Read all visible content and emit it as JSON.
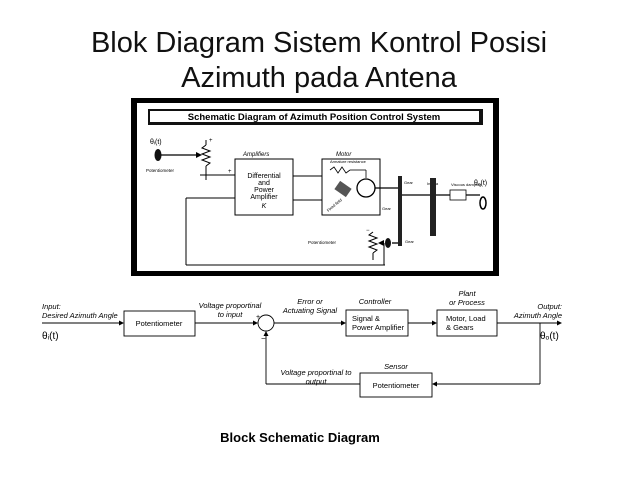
{
  "slide": {
    "title_line1": "Blok Diagram Sistem Kontrol Posisi",
    "title_line2": "Azimuth pada Antena"
  },
  "schematic": {
    "title": "Schematic Diagram of Azimuth Position Control System",
    "theta_i": "θᵢ(t)",
    "theta_o": "θₒ(t)",
    "pot_left_label": "Potentiometer",
    "pot_bottom_label": "Potentiometer",
    "amplifiers_label": "Amplifiers",
    "amp_box_lines": [
      "Differential",
      "and",
      "Power",
      "Amplifier",
      "K"
    ],
    "motor_label": "Motor",
    "armature_label": "Armature resistance",
    "gear_top": "Gear",
    "gear_mid": "Gear",
    "gear_bottom": "Gear",
    "inertia_label": "Inertia",
    "viscous_label": "Viscous damping",
    "fixed_field_label": "Fixed field",
    "plus": "+",
    "minus": "−"
  },
  "block": {
    "input_label": "Input:",
    "input_sub": "Desired Azimuth Angle",
    "theta_i": "θᵢ(t)",
    "pot1": "Potentiometer",
    "voltage_label_1": "Voltage proportinal",
    "voltage_label_2": "to input",
    "error_label_1": "Error or",
    "error_label_2": "Actuating Signal",
    "controller_label": "Controller",
    "controller_box_1": "Signal &",
    "controller_box_2": "Power Amplifier",
    "plant_label_1": "Plant",
    "plant_label_2": "or Process",
    "plant_box_1": "Motor, Load",
    "plant_box_2": "& Gears",
    "output_label_1": "Output:",
    "output_label_2": "Azimuth Angle",
    "theta_o": "θₒ(t)",
    "sensor_label": "Sensor",
    "sensor_box": "Potentiometer",
    "feedback_voltage_1": "Voltage proportinal to",
    "feedback_voltage_2": "output",
    "plus": "+",
    "minus": "−",
    "caption": "Block Schematic Diagram"
  }
}
